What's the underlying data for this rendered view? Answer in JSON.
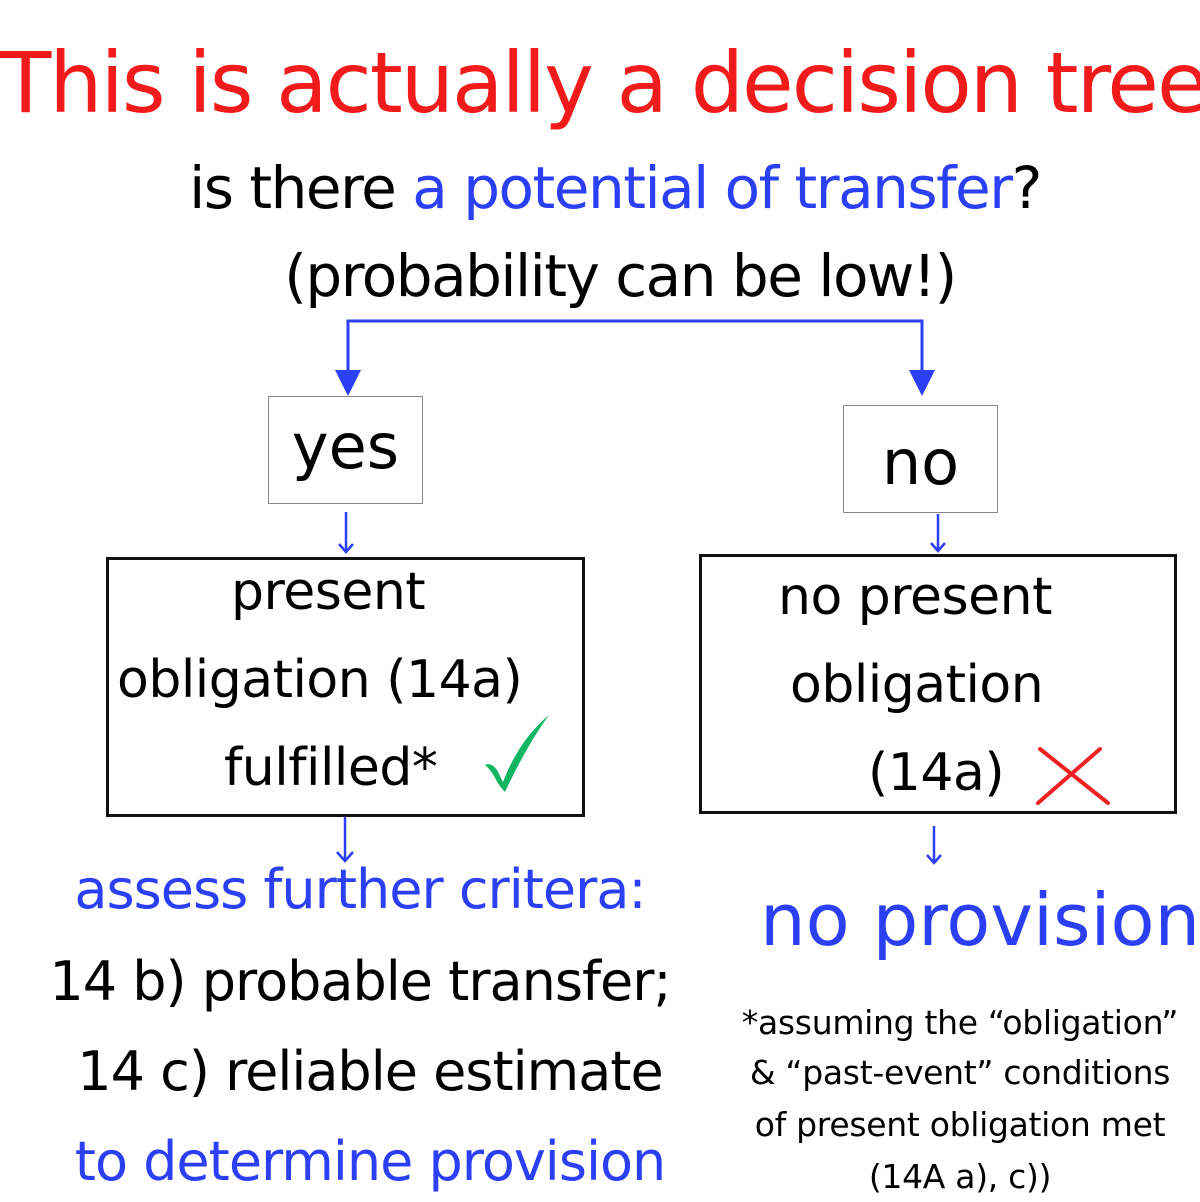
{
  "title": "This is actually a decision tree",
  "question": {
    "prefix": "is there ",
    "highlight": "a potential of transfer",
    "suffix": "?",
    "note": "(probability can be low!)"
  },
  "branches": {
    "yes": {
      "label": "yes",
      "box_lines": [
        "present",
        "obligation (14a)",
        "fulfilled*"
      ],
      "mark": "check",
      "mark_color": "#12b561",
      "result_heading": "assess further critera:",
      "criteria": [
        "14 b) probable transfer;",
        "14 c) reliable estimate"
      ],
      "result_tail": "to determine provision"
    },
    "no": {
      "label": "no",
      "box_lines": [
        "no present",
        "obligation",
        "(14a)"
      ],
      "mark": "cross",
      "mark_color": "#ee2222",
      "result": "no provision"
    }
  },
  "footnote": [
    "*assuming the “obligation”",
    "& “past-event” conditions",
    "of present obligation met",
    "(14A a), c))"
  ],
  "colors": {
    "title": "#f21b1b",
    "accent_blue": "#2b3ff5",
    "text": "#000000",
    "check_green": "#12b561",
    "cross_red": "#ee2222"
  }
}
